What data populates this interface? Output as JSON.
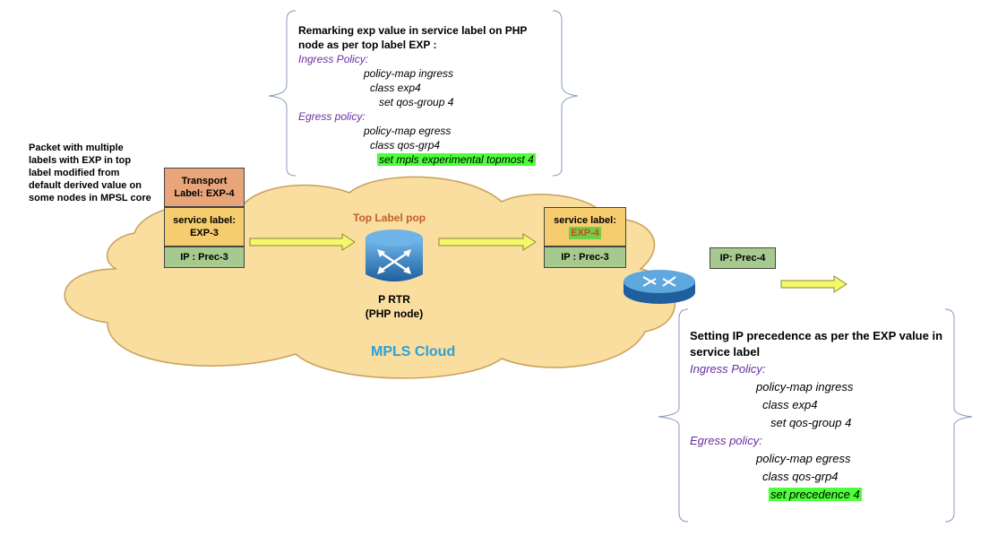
{
  "top_note": {
    "title_line1": "Remarking exp value in service label on PHP",
    "title_line2": "node as per top label EXP :",
    "ingress_heading": "Ingress Policy:",
    "ingress_lines": [
      "policy-map ingress",
      "class exp4",
      "set qos-group 4"
    ],
    "egress_heading": "Egress policy:",
    "egress_lines": [
      "policy-map egress",
      "class qos-grp4"
    ],
    "egress_highlight": "set mpls experimental topmost 4"
  },
  "packet_description": [
    "Packet with multiple",
    "labels with EXP in top",
    "label modified from",
    "default derived value on",
    "some nodes in MPSL core"
  ],
  "left_stack": {
    "transport_line1": "Transport",
    "transport_line2": "Label: EXP-4",
    "service_line1": "service label:",
    "service_line2": "EXP-3",
    "ip": "IP : Prec-3"
  },
  "top_label_pop": "Top Label pop",
  "router": {
    "line1": "P RTR",
    "line2": "(PHP node)"
  },
  "cloud_label": "MPLS Cloud",
  "right_stack": {
    "service_line1": "service label:",
    "service_line2": "EXP-4",
    "ip": "IP : Prec-3"
  },
  "egress_packet": "IP: Prec-4",
  "bottom_note": {
    "title_line1": "Setting IP precedence as per the EXP value in",
    "title_line2": "service label",
    "ingress_heading": "Ingress Policy:",
    "ingress_lines": [
      "policy-map ingress",
      "class exp4",
      "set qos-group 4"
    ],
    "egress_heading": "Egress policy:",
    "egress_lines": [
      "policy-map egress",
      "class qos-grp4"
    ],
    "egress_highlight": "set precedence 4"
  },
  "colors": {
    "cloud_fill": "#f9dea0",
    "arrow_fill": "#f4f86a",
    "cloud_text": "#2f9fd6",
    "highlight": "#4cff3a",
    "policy_heading": "#6a2fa0",
    "router_blue": "#2f7fc0"
  }
}
